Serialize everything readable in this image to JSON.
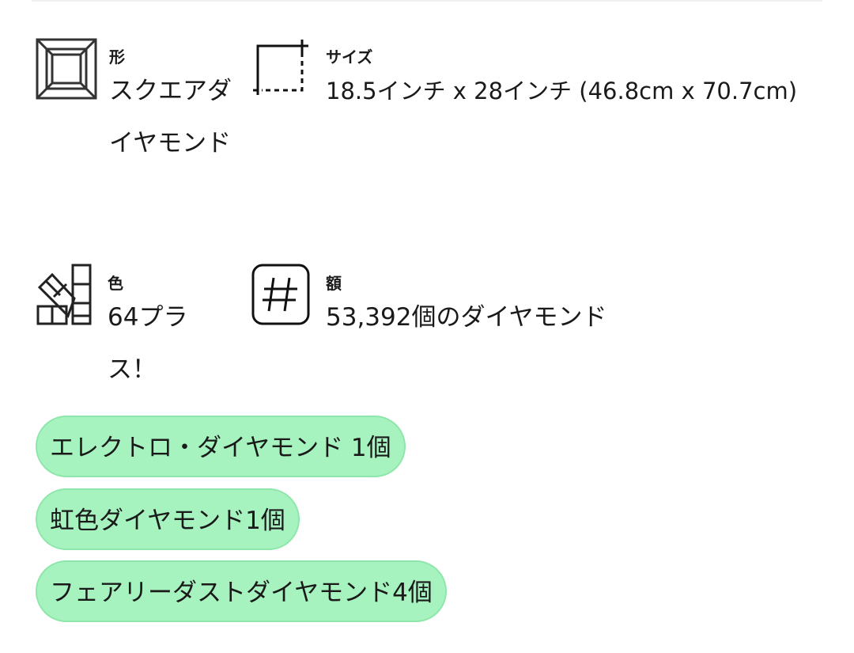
{
  "shape": {
    "label": "形",
    "value": "スクエアダイヤモンド",
    "icon": "square-diamond-icon"
  },
  "size": {
    "label": "サイズ",
    "value": "18.5インチ x 28インチ (46.8cm x 70.7cm)",
    "icon": "canvas-size-icon"
  },
  "colors": {
    "label": "色",
    "value": "64プラス！",
    "icon": "color-swatch-icon"
  },
  "amount": {
    "label": "額",
    "value": "53,392個のダイヤモンド",
    "icon": "hash-icon"
  },
  "badges": [
    "エレクトロ・ダイヤモンド 1個",
    "虹色ダイヤモンド1個",
    "フェアリーダストダイヤモンド4個"
  ],
  "badge_color": "#a6f3bf"
}
